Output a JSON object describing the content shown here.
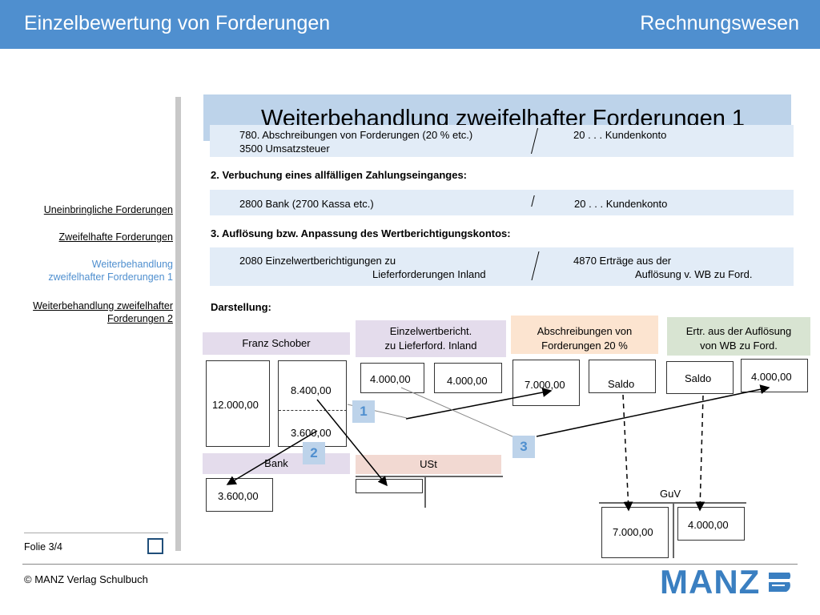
{
  "header": {
    "title": "Einzelbewertung von Forderungen",
    "right_title": "Rechnungswesen"
  },
  "sidebar": {
    "items": [
      {
        "label": "Uneinbringliche Forderungen"
      },
      {
        "label": "Zweifelhafte Forderungen"
      },
      {
        "label_line1": "Weiterbehandlung",
        "label_line2": "zweifelhafter Forderungen 1"
      },
      {
        "label_line1": "Weiterbehandlung zweifelhafter",
        "label_line2": "Forderungen 2"
      }
    ],
    "active_color": "#4f8fcf"
  },
  "footer": {
    "folie": "Folie 3/4",
    "copyright": "© MANZ Verlag Schulbuch",
    "logo": "MANZ"
  },
  "slide": {
    "title": "Weiterbehandlung zweifelhafter Forderungen 1",
    "row1": {
      "left1": "780.  Abschreibungen von Forderungen (20 % etc.)",
      "left2": "3500 Umsatzsteuer",
      "right": "20 . . . Kundenkonto"
    },
    "section2": "2. Verbuchung eines allfälligen Zahlungseinganges:",
    "row2": {
      "left": "2800 Bank (2700 Kassa etc.)",
      "right": "20 . . . Kundenkonto"
    },
    "section3": "3. Auflösung bzw. Anpassung des Wertberichtigungskontos:",
    "row3": {
      "left1": "2080 Einzelwertberichtigungen zu",
      "left2": "Lieferforderungen Inland",
      "right1": "4870 Erträge aus der",
      "right2": "Auflösung v. WB zu Ford."
    },
    "darstellung": "Darstellung:"
  },
  "accounts": {
    "franz": {
      "header": "Franz Schober",
      "debit": "12.000,00",
      "credit_top": "8.400,00",
      "credit_bottom": "3.600,00"
    },
    "ewb": {
      "header_line1": "Einzelwertbericht.",
      "header_line2": "zu Lieferford. Inland",
      "debit": "4.000,00",
      "credit": "4.000,00"
    },
    "abschreib": {
      "header_line1": "Abschreibungen von",
      "header_line2": "Forderungen 20 %",
      "debit": "7.000,00",
      "credit": "Saldo"
    },
    "ertrag": {
      "header_line1": "Ertr. aus der Auflösung",
      "header_line2": "von WB zu Ford.",
      "debit": "Saldo",
      "credit": "4.000,00"
    },
    "bank": {
      "header": "Bank",
      "debit": "3.600,00"
    },
    "ust": {
      "header": "USt"
    },
    "guv": {
      "header": "GuV",
      "debit": "7.000,00",
      "credit": "4.000,00"
    }
  },
  "badges": [
    "1",
    "2",
    "3"
  ],
  "colors": {
    "header_blue": "#4f8fcf",
    "light_blue": "#bdd3ea",
    "row_blue": "#e2ecf7",
    "purple": "#e4dcec",
    "pink": "#f2d9d2",
    "orange": "#fce4d0",
    "green": "#d8e4d2"
  }
}
